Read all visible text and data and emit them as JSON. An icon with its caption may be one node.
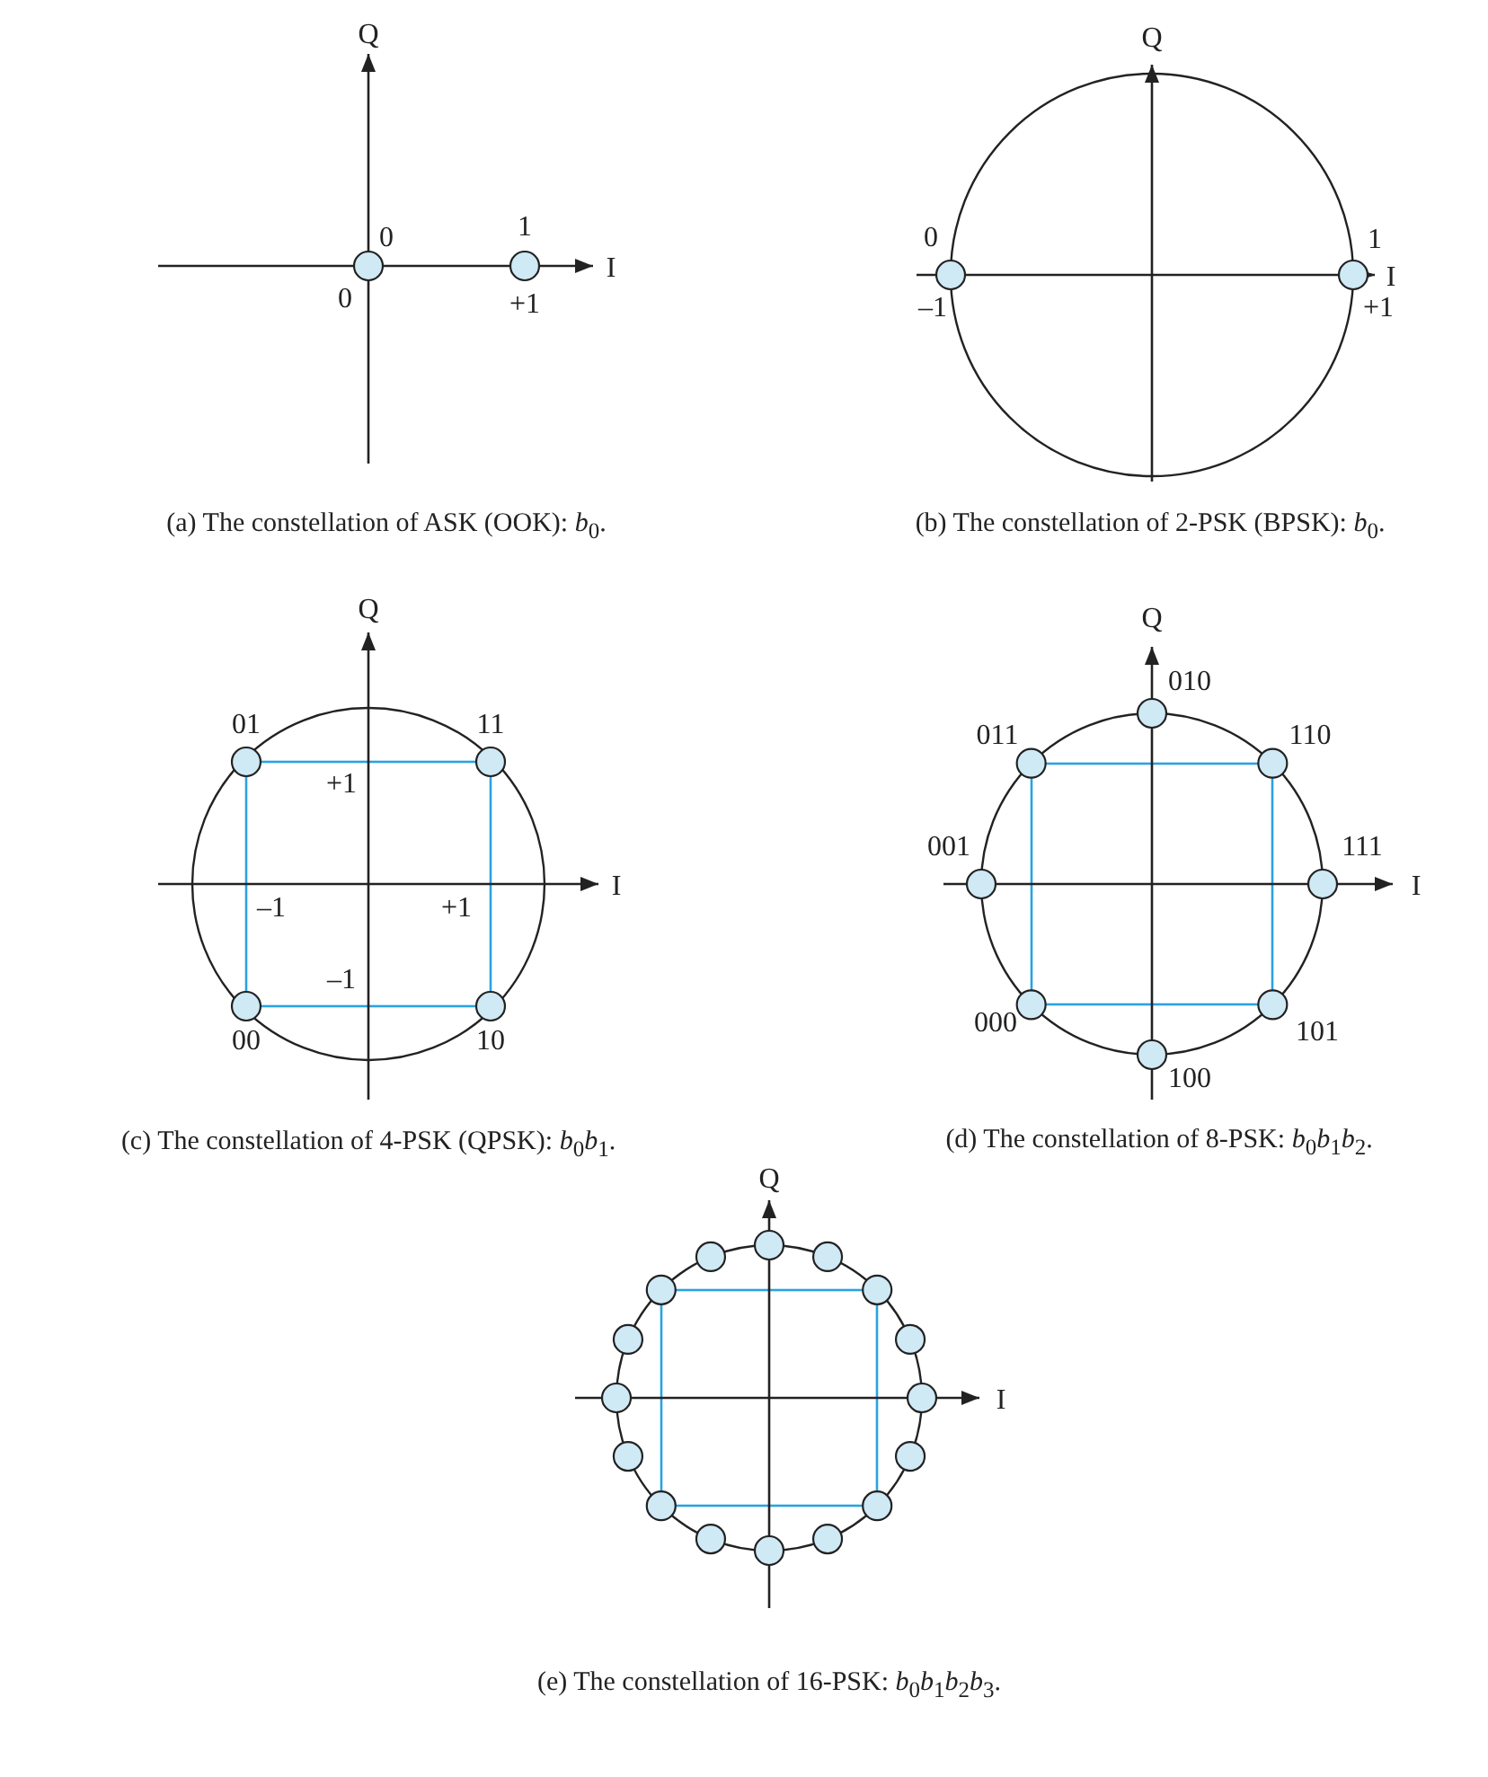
{
  "diagram": {
    "labels": [
      "Q",
      "0",
      "1",
      "I",
      "0",
      "+1",
      "(a) The constellation of ASK (OOK): *b*$_{0}$.",
      "Q",
      "0",
      "1",
      "I",
      "–1",
      "+1",
      "(b) The constellation of 2-PSK (BPSK): *b*$_{0}$.",
      "Q",
      "01",
      "11",
      "+1",
      "I",
      "–1",
      "+1",
      "–1",
      "00",
      "10",
      "(c) The constellation of 4-PSK (QPSK): *b*$_{0}$*b*$_{1}$.",
      "Q",
      "010",
      "011",
      "110",
      "001",
      "111",
      "I",
      "000",
      "101",
      "100",
      "(d) The constellation of 8-PSK: *b*$_{0}$*b*$_{1}$*b*$_{2}$.",
      "Q",
      "I",
      "(e) The constellation of 16-PSK: *b*$_{0}$*b*$_{1}$*b*$_{2}$*b*$_{3}$."
    ]
  }
}
